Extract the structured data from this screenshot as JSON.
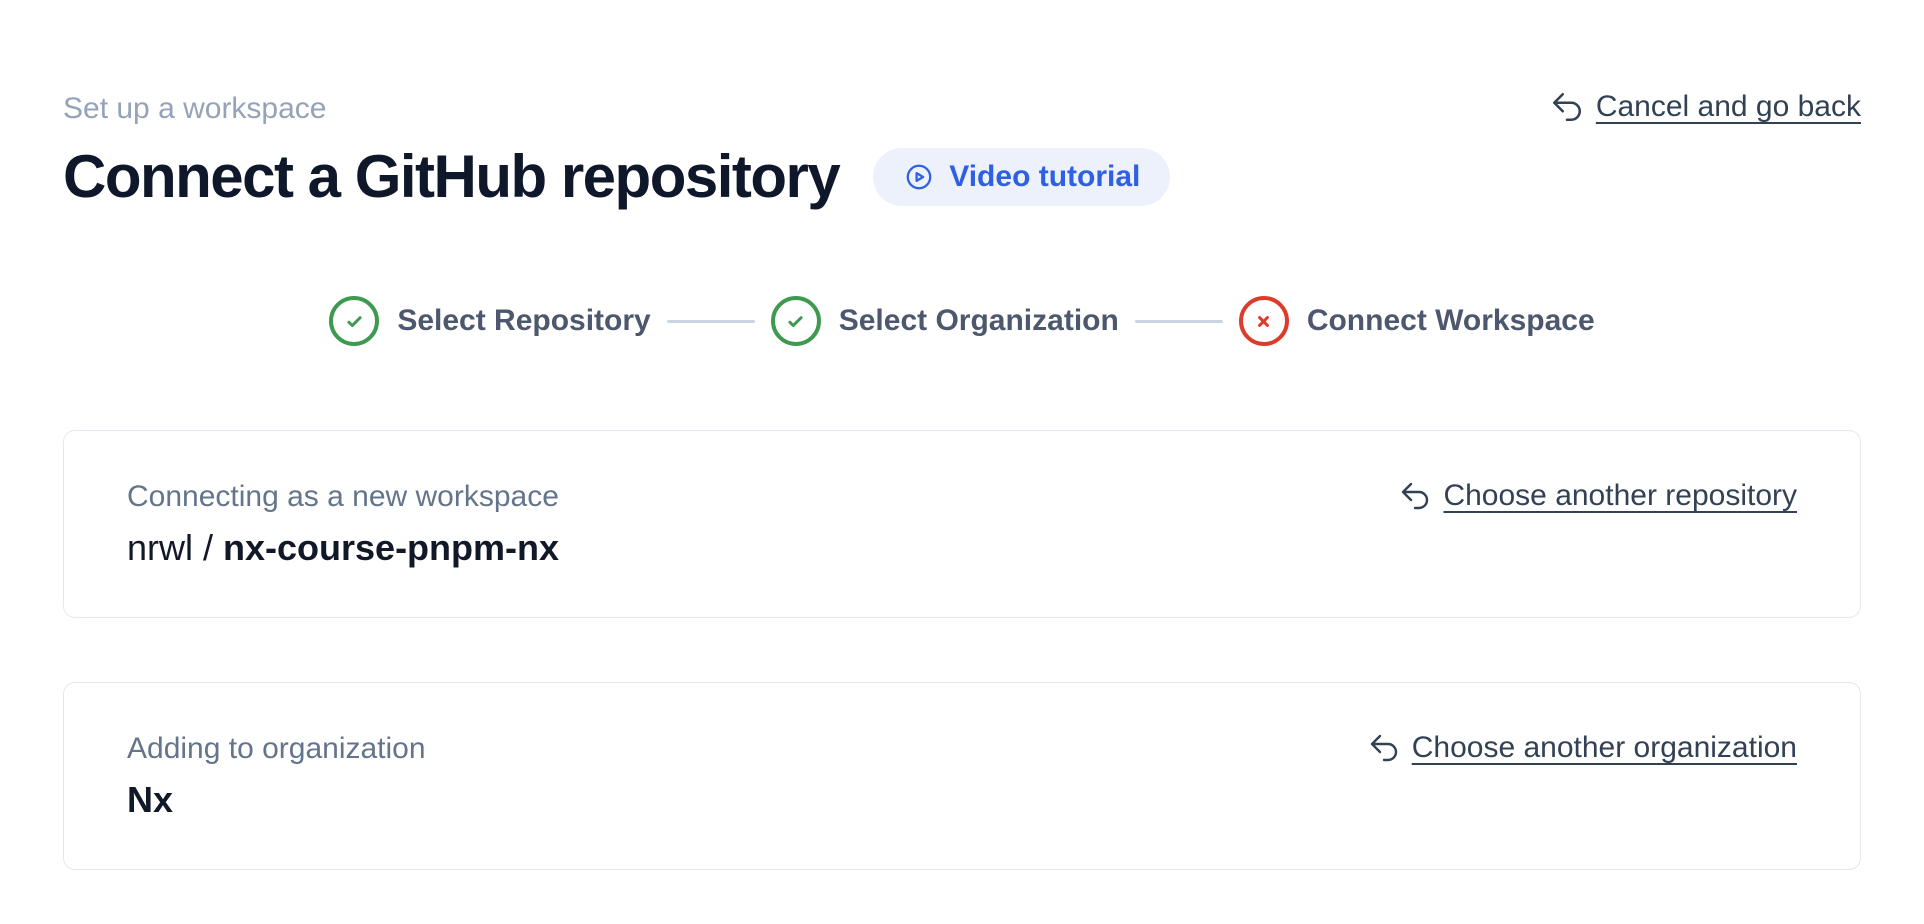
{
  "page": {
    "eyebrow": "Set up a workspace",
    "title": "Connect a GitHub repository",
    "video_button": {
      "label": "Video tutorial",
      "icon": "play-circle-icon"
    },
    "cancel_link": {
      "label": "Cancel and go back",
      "icon": "undo-icon"
    }
  },
  "stepper": {
    "steps": [
      {
        "label": "Select Repository",
        "status": "complete",
        "icon": "check-circle-icon"
      },
      {
        "label": "Select Organization",
        "status": "complete",
        "icon": "check-circle-icon"
      },
      {
        "label": "Connect Workspace",
        "status": "error",
        "icon": "x-circle-icon"
      }
    ]
  },
  "cards": [
    {
      "label": "Connecting as a new workspace",
      "value_prefix": "nrwl / ",
      "value_main": "nx-course-pnpm-nx",
      "action": {
        "label": "Choose another repository",
        "icon": "undo-icon"
      }
    },
    {
      "label": "Adding to organization",
      "value_main": "Nx",
      "action": {
        "label": "Choose another organization",
        "icon": "undo-icon"
      }
    }
  ],
  "colors": {
    "success_green": "#3d9a50",
    "error_red": "#dc3d2b",
    "accent_blue": "#2e5fe4",
    "accent_blue_bg": "#edf1fb",
    "eyebrow_gray": "#94a3b8",
    "label_gray": "#64748b",
    "step_label_gray": "#4d586e",
    "link_slate": "#334155",
    "heading_dark": "#0f172a",
    "card_border": "#e2e8f0",
    "connector_gray": "#cbd5e1"
  }
}
